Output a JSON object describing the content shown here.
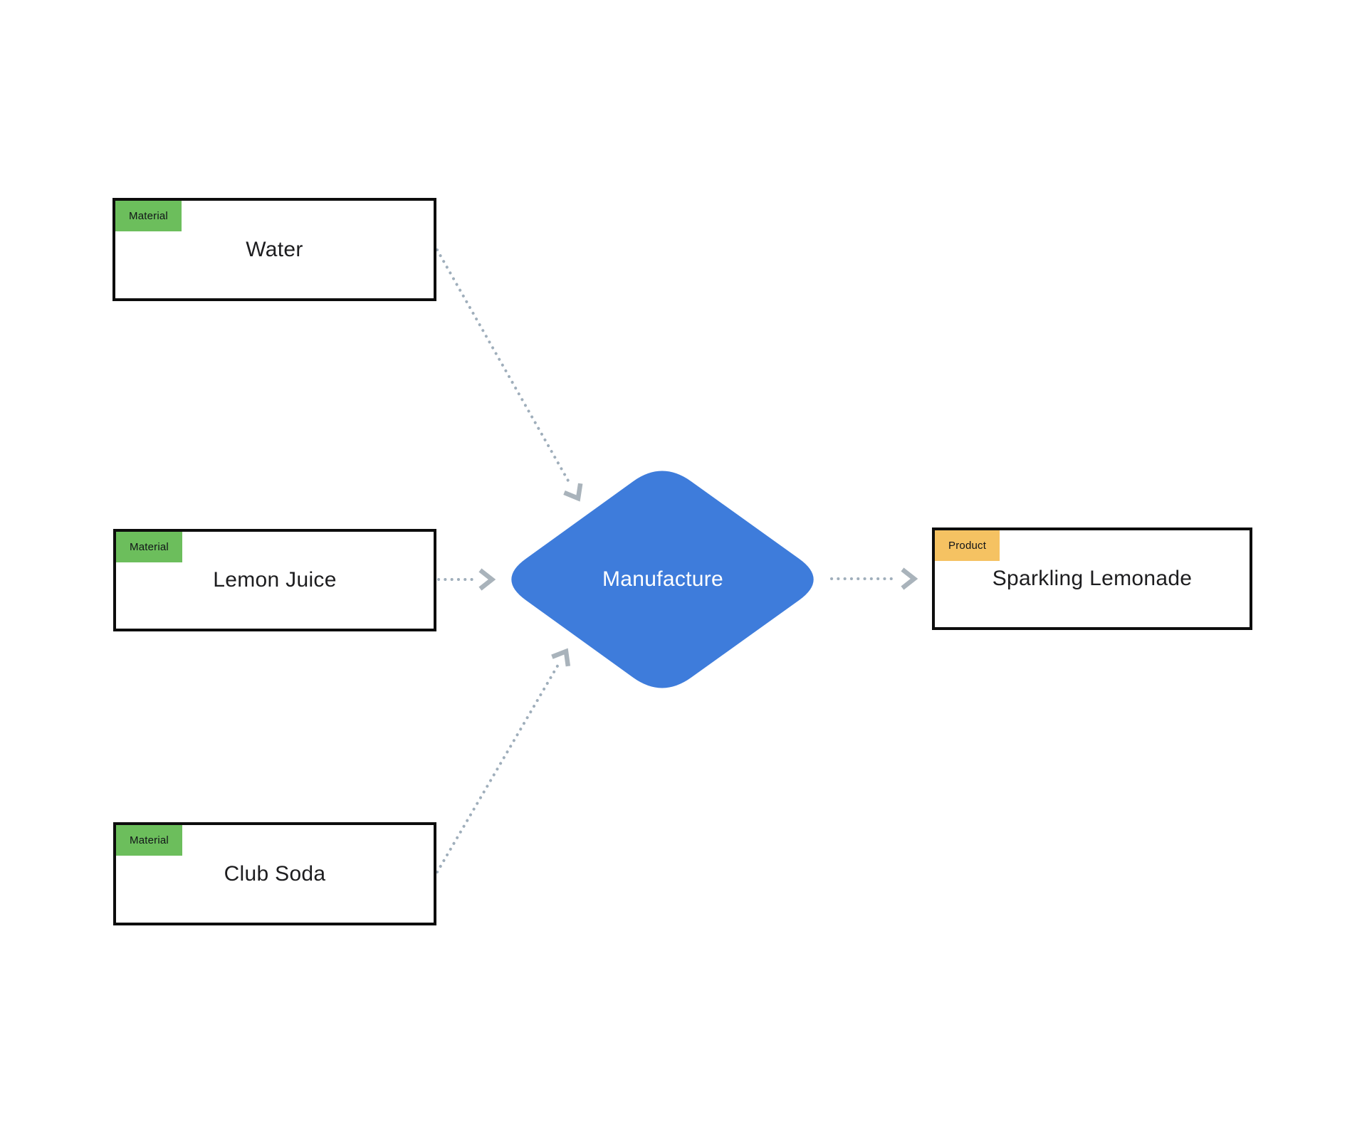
{
  "diagram": {
    "type": "process-flow",
    "background": "#ffffff",
    "nodes": [
      {
        "id": "water",
        "kind": "material",
        "badge": "Material",
        "label": "Water"
      },
      {
        "id": "lemon-juice",
        "kind": "material",
        "badge": "Material",
        "label": "Lemon Juice"
      },
      {
        "id": "club-soda",
        "kind": "material",
        "badge": "Material",
        "label": "Club Soda"
      },
      {
        "id": "manufacture",
        "kind": "process",
        "label": "Manufacture"
      },
      {
        "id": "sparkling-lemonade",
        "kind": "product",
        "badge": "Product",
        "label": "Sparkling Lemonade"
      }
    ],
    "edges": [
      {
        "from": "water",
        "to": "manufacture"
      },
      {
        "from": "lemon-juice",
        "to": "manufacture"
      },
      {
        "from": "club-soda",
        "to": "manufacture"
      },
      {
        "from": "manufacture",
        "to": "sparkling-lemonade"
      }
    ],
    "colors": {
      "material_badge": "#6CBE5C",
      "product_badge": "#F5C262",
      "process_fill": "#3E7CDB",
      "process_text": "#ffffff",
      "edge_dots": "#9FAEBB",
      "edge_head": "#A9B3BB",
      "node_border": "#0d0d0d",
      "node_text": "#1d1d1f",
      "badge_text": "#111418"
    }
  }
}
